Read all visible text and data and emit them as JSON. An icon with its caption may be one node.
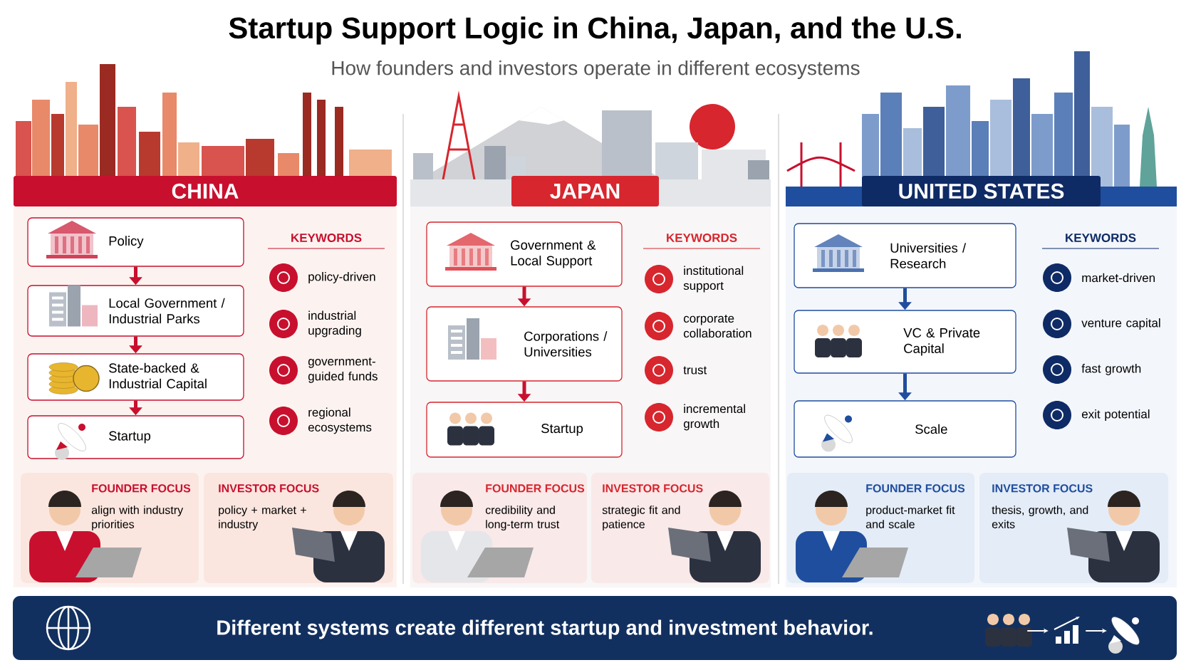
{
  "diagram": {
    "title": "Startup Support Logic in China, Japan, and the U.S.",
    "caption": "Different systems create different startup and investment behavior.",
    "nodes": [
      {
        "text": [
          "CHINA"
        ]
      },
      {
        "text": [
          "Policy"
        ]
      },
      {
        "text": [
          "Local Government / Industrial Parks"
        ]
      },
      {
        "text": [
          "State-backed & Industrial Capital"
        ]
      },
      {
        "text": [
          "Startup"
        ]
      },
      {
        "text": [
          "FOUNDER FOCUS",
          "align with industry priorities"
        ]
      },
      {
        "text": [
          "INVESTOR FOCUS",
          "policy + market + industry"
        ]
      },
      {
        "text": [
          "JAPAN"
        ]
      },
      {
        "text": [
          "Government & Local Support"
        ]
      },
      {
        "text": [
          "Corporations / Universities"
        ]
      },
      {
        "text": [
          "Startup"
        ]
      },
      {
        "text": [
          "FOUNDER FOCUS",
          "credibility and long-term trust"
        ]
      },
      {
        "text": [
          "INVESTOR FOCUS",
          "strategic fit and patience"
        ]
      },
      {
        "text": [
          "UNITED STATES"
        ]
      },
      {
        "text": [
          "Universities / Research"
        ]
      },
      {
        "text": [
          "VC & Private Capital"
        ]
      },
      {
        "text": [
          "Scale"
        ]
      },
      {
        "text": [
          "FOUNDER FOCUS",
          "product-market fit and scale"
        ]
      },
      {
        "text": [
          "INVESTOR FOCUS",
          "thesis, growth, and exits"
        ]
      },
      {
        "text": [],
        "shape": "picture"
      },
      {
        "text": [],
        "shape": "picture"
      },
      {
        "text": [],
        "shape": "picture"
      }
    ],
    "edges": [
      {
        "from": 1,
        "to": 2,
        "arrow": "to"
      },
      {
        "from": 2,
        "to": 3,
        "arrow": "to"
      },
      {
        "from": 3,
        "to": 4,
        "arrow": "to"
      },
      {
        "from": 8,
        "to": 9,
        "arrow": "to"
      },
      {
        "from": 9,
        "to": 10,
        "arrow": "to"
      },
      {
        "from": 14,
        "to": 15,
        "arrow": "to",
        "color": "#1f4e9e"
      },
      {
        "from": 15,
        "to": 16,
        "arrow": "to",
        "color": "#1f4e9e"
      },
      {
        "from": 19,
        "to": 20,
        "arrow": "to",
        "color": "#ffffff"
      },
      {
        "from": 20,
        "to": 21,
        "arrow": "to",
        "color": "#ffffff"
      }
    ],
    "labels": [
      "How founders and investors operate in different ecosystems",
      "KEYWORDS",
      "policy-driven",
      "industrial upgrading",
      "government-guided funds",
      "regional ecosystems",
      "KEYWORDS",
      "institutional support",
      "corporate collaboration",
      "trust",
      "incremental growth",
      "KEYWORDS",
      "market-driven",
      "venture capital",
      "fast growth",
      "exit potential"
    ]
  }
}
